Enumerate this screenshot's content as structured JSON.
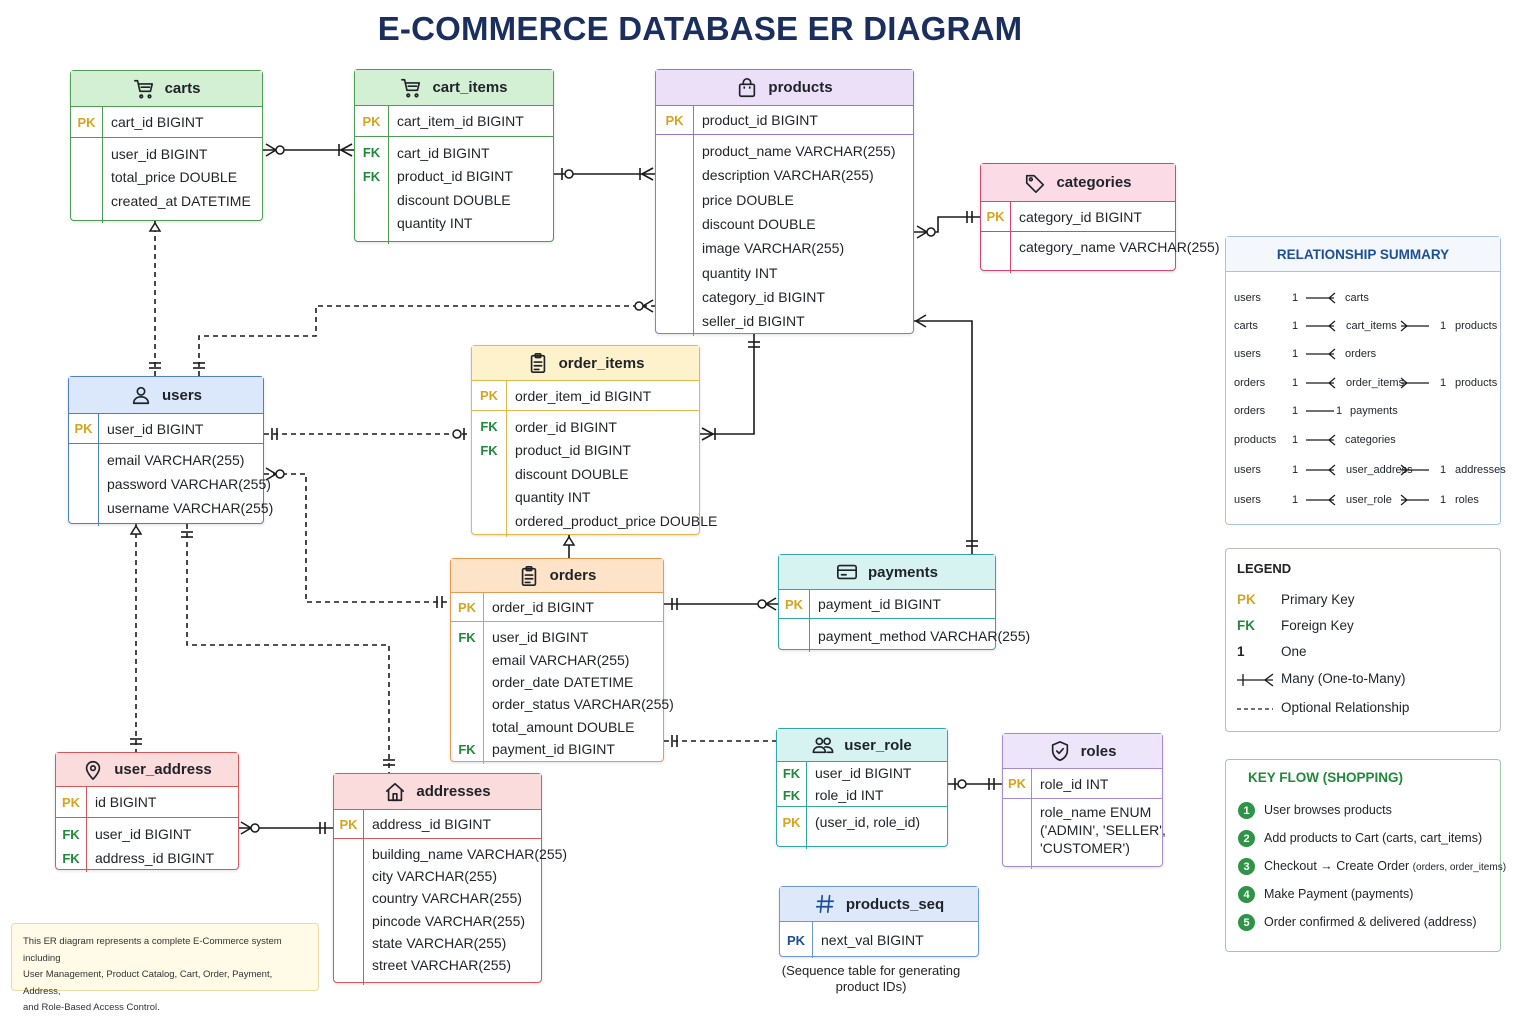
{
  "title": "E-COMMERCE DATABASE ER DIAGRAM",
  "entities": {
    "carts": {
      "name": "carts",
      "pk": [
        [
          "PK",
          "cart_id  BIGINT"
        ]
      ],
      "fields": [
        [
          "",
          "user_id  BIGINT"
        ],
        [
          "",
          "total_price  DOUBLE"
        ],
        [
          "",
          "created_at  DATETIME"
        ]
      ]
    },
    "cart_items": {
      "name": "cart_items",
      "pk": [
        [
          "PK",
          "cart_item_id  BIGINT"
        ]
      ],
      "fields": [
        [
          "FK",
          "cart_id  BIGINT"
        ],
        [
          "FK",
          "product_id  BIGINT"
        ],
        [
          "",
          "discount  DOUBLE"
        ],
        [
          "",
          "quantity  INT"
        ]
      ]
    },
    "products": {
      "name": "products",
      "pk": [
        [
          "PK",
          "product_id  BIGINT"
        ]
      ],
      "fields": [
        [
          "",
          "product_name  VARCHAR(255)"
        ],
        [
          "",
          "description  VARCHAR(255)"
        ],
        [
          "",
          "price  DOUBLE"
        ],
        [
          "",
          "discount  DOUBLE"
        ],
        [
          "",
          "image  VARCHAR(255)"
        ],
        [
          "",
          "quantity  INT"
        ],
        [
          "",
          "category_id  BIGINT"
        ],
        [
          "",
          "seller_id  BIGINT"
        ]
      ]
    },
    "categories": {
      "name": "categories",
      "pk": [
        [
          "PK",
          "category_id  BIGINT"
        ]
      ],
      "fields": [
        [
          "",
          "category_name VARCHAR(255)"
        ]
      ]
    },
    "users": {
      "name": "users",
      "pk": [
        [
          "PK",
          "user_id  BIGINT"
        ]
      ],
      "fields": [
        [
          "",
          "email  VARCHAR(255)"
        ],
        [
          "",
          "password VARCHAR(255)"
        ],
        [
          "",
          "username VARCHAR(255)"
        ]
      ]
    },
    "order_items": {
      "name": "order_items",
      "pk": [
        [
          "PK",
          "order_item_id  BIGINT"
        ]
      ],
      "fields": [
        [
          "FK",
          "order_id  BIGINT"
        ],
        [
          "FK",
          "product_id  BIGINT"
        ],
        [
          "",
          "discount  DOUBLE"
        ],
        [
          "",
          "quantity  INT"
        ],
        [
          "",
          "ordered_product_price DOUBLE"
        ]
      ]
    },
    "orders": {
      "name": "orders",
      "pk": [
        [
          "PK",
          "order_id  BIGINT"
        ]
      ],
      "fields": [
        [
          "FK",
          "user_id  BIGINT"
        ],
        [
          "",
          "email  VARCHAR(255)"
        ],
        [
          "",
          "order_date  DATETIME"
        ],
        [
          "",
          "order_status  VARCHAR(255)"
        ],
        [
          "",
          "total_amount  DOUBLE"
        ],
        [
          "FK",
          "payment_id  BIGINT"
        ]
      ]
    },
    "payments": {
      "name": "payments",
      "pk": [
        [
          "PK",
          "payment_id  BIGINT"
        ]
      ],
      "fields": [
        [
          "",
          "payment_method VARCHAR(255)"
        ]
      ]
    },
    "user_address": {
      "name": "user_address",
      "pk": [
        [
          "PK",
          "id  BIGINT"
        ]
      ],
      "fields": [
        [
          "FK",
          "user_id  BIGINT"
        ],
        [
          "FK",
          "address_id  BIGINT"
        ]
      ]
    },
    "addresses": {
      "name": "addresses",
      "pk": [
        [
          "PK",
          "address_id  BIGINT"
        ]
      ],
      "fields": [
        [
          "",
          "building_name VARCHAR(255)"
        ],
        [
          "",
          "city  VARCHAR(255)"
        ],
        [
          "",
          "country  VARCHAR(255)"
        ],
        [
          "",
          "pincode  VARCHAR(255)"
        ],
        [
          "",
          "state  VARCHAR(255)"
        ],
        [
          "",
          "street  VARCHAR(255)"
        ]
      ]
    },
    "user_role": {
      "name": "user_role",
      "pk": [
        [
          "FK",
          "user_id  BIGINT"
        ],
        [
          "FK",
          "role_id  INT"
        ]
      ],
      "fields": [
        [
          "PK",
          "(user_id,  role_id)"
        ]
      ]
    },
    "roles": {
      "name": "roles",
      "pk": [
        [
          "PK",
          "role_id  INT"
        ]
      ],
      "fields": [
        [
          "",
          "role_name  ENUM"
        ],
        [
          "",
          "('ADMIN', 'SELLER',"
        ],
        [
          "",
          "'CUSTOMER')"
        ]
      ]
    },
    "products_seq": {
      "name": "products_seq",
      "pk": [
        [
          "PK",
          "next_val  BIGINT"
        ]
      ],
      "fields": []
    }
  },
  "seq_note": [
    "(Sequence table for generating",
    "product IDs)"
  ],
  "note": [
    "This ER diagram represents a complete E-Commerce system including",
    "User Management, Product Catalog, Cart, Order, Payment, Address,",
    "and Role-Based Access Control."
  ],
  "relationship_summary": {
    "title": "RELATIONSHIP SUMMARY",
    "rows": [
      [
        "users",
        "1",
        "carts"
      ],
      [
        "carts",
        "1",
        "cart_items",
        "1",
        "products"
      ],
      [
        "users",
        "1",
        "orders"
      ],
      [
        "orders",
        "1",
        "order_items",
        "1",
        "products"
      ],
      [
        "orders",
        "1",
        "1",
        "payments"
      ],
      [
        "products",
        "1",
        "categories"
      ],
      [
        "users",
        "1",
        "user_address",
        "1",
        "addresses"
      ],
      [
        "users",
        "1",
        "user_role",
        "1",
        "roles"
      ]
    ]
  },
  "legend": {
    "title": "LEGEND",
    "items": [
      [
        "PK",
        "Primary Key"
      ],
      [
        "FK",
        "Foreign Key"
      ],
      [
        "1",
        "One"
      ],
      [
        "",
        "Many (One-to-Many)"
      ],
      [
        "",
        "Optional Relationship"
      ]
    ]
  },
  "key_flow": {
    "title": "KEY FLOW (SHOPPING)",
    "steps": [
      [
        "1",
        "User browses products",
        ""
      ],
      [
        "2",
        "Add products to Cart (carts, cart_items)",
        ""
      ],
      [
        "3",
        "Checkout → Create Order ",
        "(orders, order_items)"
      ],
      [
        "4",
        "Make Payment (payments)",
        ""
      ],
      [
        "5",
        "Order confirmed & delivered (address)",
        ""
      ]
    ]
  },
  "colors": {
    "green": [
      "#4f9d55",
      "#d4f0d4"
    ],
    "purple": [
      "#9b74c9",
      "#ece0f8"
    ],
    "pink": [
      "#d9456e",
      "#fbdbe6"
    ],
    "blue": [
      "#4f7fc6",
      "#dbe8fb"
    ],
    "yellow": [
      "#e4b94a",
      "#fdf2cc"
    ],
    "orange": [
      "#e79a50",
      "#fde3c8"
    ],
    "teal": [
      "#33a6a4",
      "#d7f3f1"
    ],
    "red": [
      "#d9585c",
      "#fbdcdd"
    ],
    "lavender": [
      "#a58bd3",
      "#ede5fa"
    ],
    "ltblue": [
      "#6b98d6",
      "#dde9fb"
    ],
    "pk_color": "#d7a421",
    "fk_color": "#1f8a3a"
  },
  "icons": {
    "carts": "cart-icon",
    "cart_items": "cart-icon",
    "products": "bag-icon",
    "categories": "tag-icon",
    "users": "user-icon",
    "order_items": "clipboard-icon",
    "orders": "clipboard-icon",
    "payments": "card-icon",
    "user_address": "pin-icon",
    "addresses": "home-icon",
    "user_role": "users-icon",
    "roles": "shield-icon",
    "products_seq": "hash-icon"
  }
}
